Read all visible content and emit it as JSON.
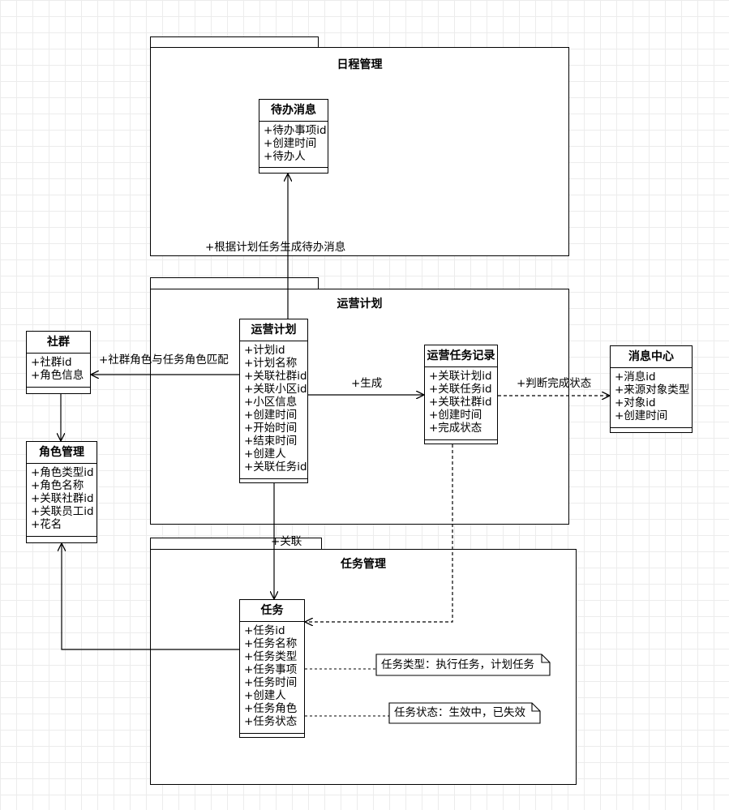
{
  "packages": {
    "schedule": {
      "title": "日程管理"
    },
    "ops_plan": {
      "title": "运营计划"
    },
    "task_mgmt": {
      "title": "任务管理"
    }
  },
  "classes": {
    "todo": {
      "name": "待办消息",
      "attrs": [
        "+待办事项id",
        "+创建时间",
        "+待办人"
      ]
    },
    "plan": {
      "name": "运营计划",
      "attrs": [
        "+计划id",
        "+计划名称",
        "+关联社群id",
        "+关联小区id",
        "+小区信息",
        "+创建时间",
        "+开始时间",
        "+结束时间",
        "+创建人",
        "+关联任务id"
      ]
    },
    "record": {
      "name": "运营任务记录",
      "attrs": [
        "+关联计划id",
        "+关联任务id",
        "+关联社群id",
        "+创建时间",
        "+完成状态"
      ]
    },
    "community": {
      "name": "社群",
      "attrs": [
        "+社群id",
        "+角色信息"
      ]
    },
    "role": {
      "name": "角色管理",
      "attrs": [
        "+角色类型id",
        "+角色名称",
        "+关联社群id",
        "+关联员工id",
        "+花名"
      ]
    },
    "message": {
      "name": "消息中心",
      "attrs": [
        "+消息id",
        "+来源对象类型",
        "+对象id",
        "+创建时间"
      ]
    },
    "task": {
      "name": "任务",
      "attrs": [
        "+任务id",
        "+任务名称",
        "+任务类型",
        "+任务事项",
        "+任务时间",
        "+创建人",
        "+任务角色",
        "+任务状态"
      ]
    }
  },
  "edge_labels": {
    "plan_to_todo": "+根据计划任务生成待办消息",
    "plan_to_community": "+社群角色与任务角色匹配",
    "plan_to_record": "+生成",
    "record_to_message": "+判断完成状态",
    "plan_to_task": "+关联"
  },
  "notes": {
    "task_type": "任务类型：执行任务，计划任务",
    "task_status": "任务状态：生效中，已失效"
  }
}
